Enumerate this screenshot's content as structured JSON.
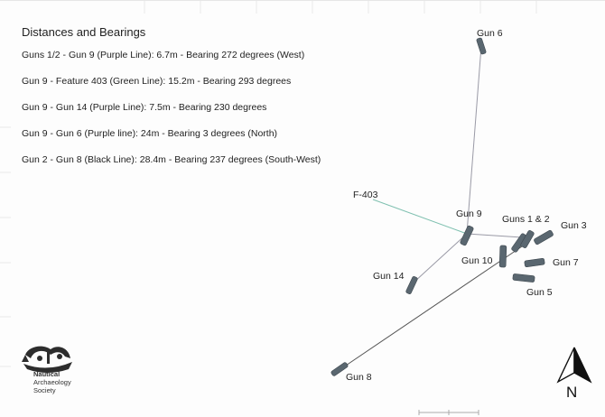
{
  "title": "Distances and Bearings",
  "lines": [
    "Guns 1/2 - Gun 9 (Purple Line): 6.7m - Bearing 272 degrees (West)",
    "Gun 9 - Feature 403 (Green Line): 15.2m - Bearing 293 degrees",
    "Gun 9 - Gun 14 (Purple Line): 7.5m - Bearing 230 degrees",
    "Gun 9 - Gun 6 (Purple line): 24m - Bearing 3 degrees (North)",
    "Gun 2 - Gun 8 (Black Line): 28.4m - Bearing 237 degrees (South-West)"
  ],
  "labels": {
    "gun6": "Gun 6",
    "f403": "F-403",
    "gun9": "Gun 9",
    "gun12": "Guns 1 & 2",
    "gun3": "Gun 3",
    "gun10": "Gun 10",
    "gun7": "Gun 7",
    "gun14": "Gun 14",
    "gun5": "Gun 5",
    "gun8": "Gun 8"
  },
  "logo": {
    "line1": "Nautical",
    "line2": "Archaeology",
    "line3": "Society"
  },
  "north": "N",
  "colors": {
    "purple_line": "#9a9aa6",
    "green_line": "#7fc0b0",
    "black_line": "#555555",
    "gun_fill": "#5a6770",
    "text": "#222222"
  }
}
